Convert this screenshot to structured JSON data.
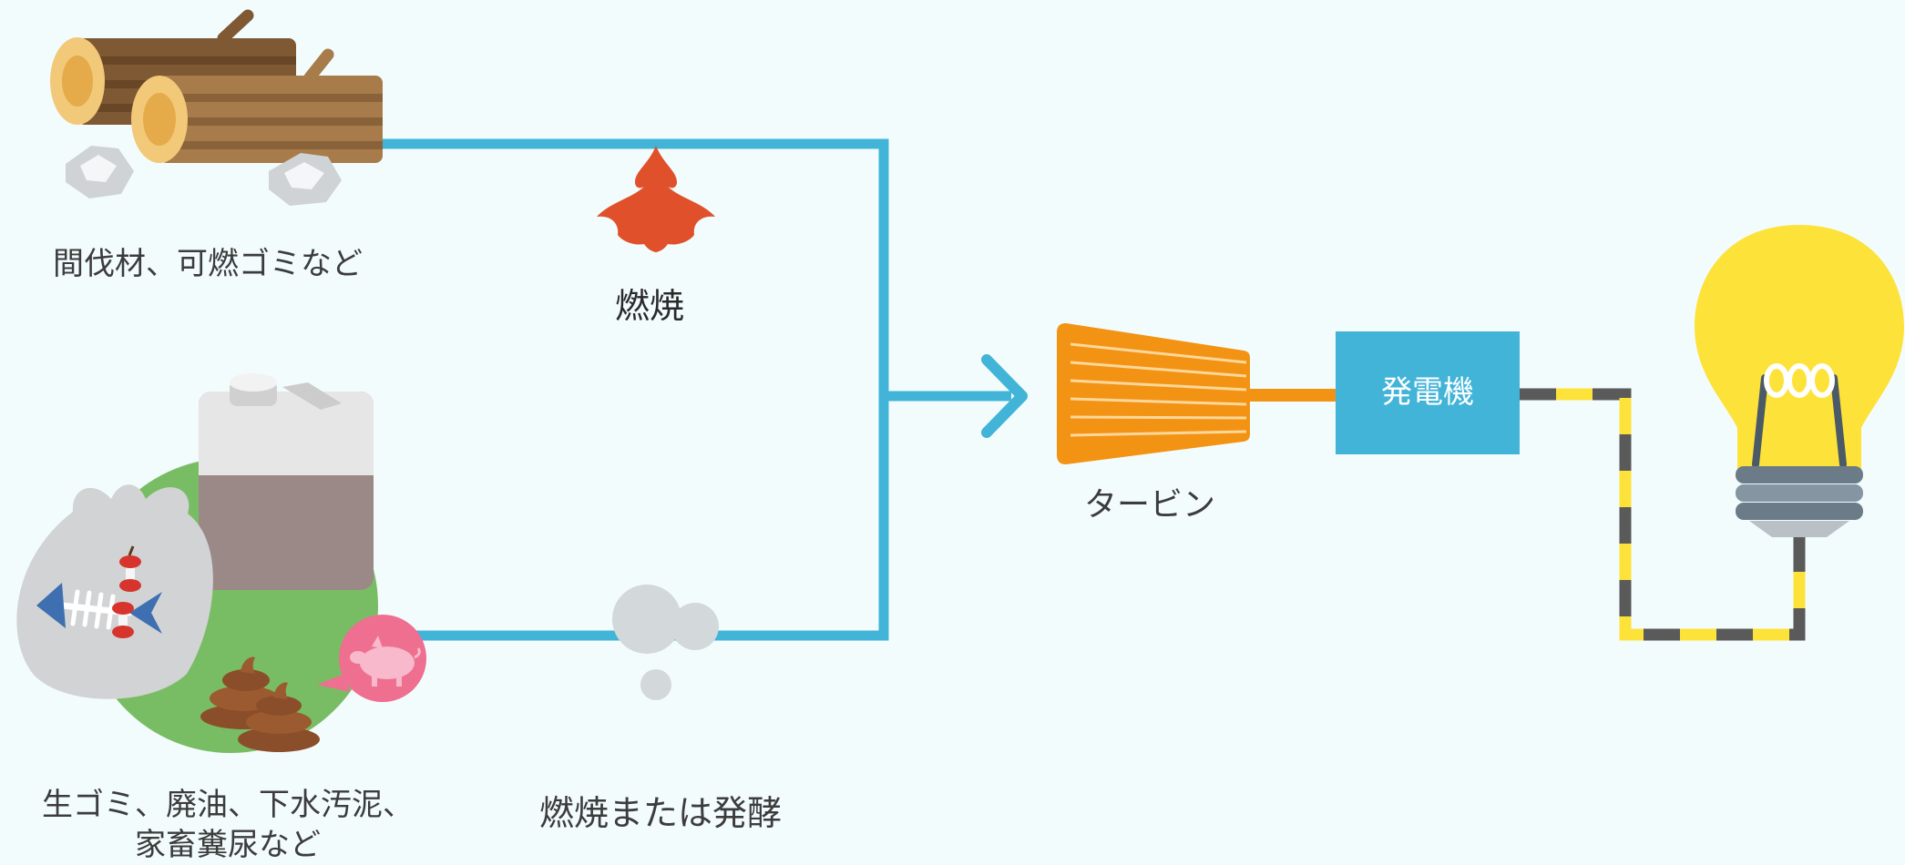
{
  "labels": {
    "wood_source": "間伐材、可燃ゴミなど",
    "combustion": "燃焼",
    "turbine": "タービン",
    "generator": "発電機",
    "wet_source_line1": "生ゴミ、廃油、下水汚泥、",
    "wet_source_line2": "家畜糞尿など",
    "combustion_or_fermentation": "燃焼または発酵"
  },
  "colors": {
    "background": "#f3fcfd",
    "pipe": "#42b4d8",
    "turbine": "#f29314",
    "generator": "#42b4d8",
    "flame": "#e0502a",
    "bulb": "#fde23a",
    "wire_dark": "#5a5a5a",
    "wire_yellow": "#fde23a",
    "green_circle": "#78bd64",
    "log_bark": "#7f5834",
    "log_end": "#f2c978"
  },
  "icons": [
    "logs-icon",
    "rock-icon",
    "flame-icon",
    "jerry-can-icon",
    "garbage-bag-icon",
    "fish-bone-icon",
    "apple-core-icon",
    "dung-icon",
    "pig-icon",
    "smoke-icon",
    "arrow-icon",
    "turbine-icon",
    "light-bulb-icon"
  ]
}
